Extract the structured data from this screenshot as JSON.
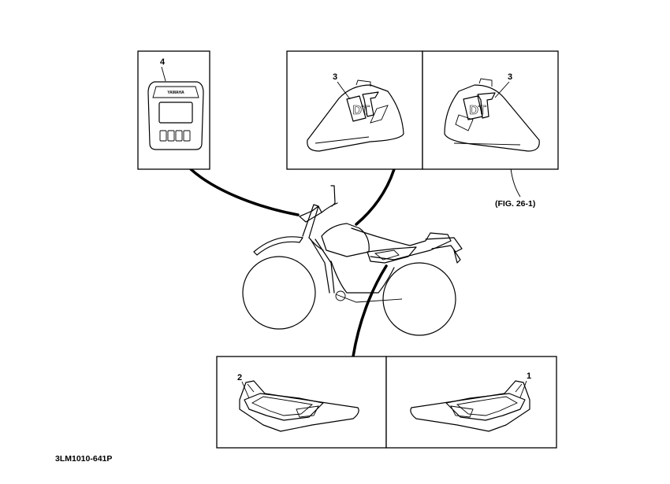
{
  "labels": {
    "part_4": "4",
    "part_3_left": "3",
    "part_3_right": "3",
    "part_2": "2",
    "part_1": "1",
    "fig_ref": "(FIG. 26-1)",
    "drawing_code": "3LM1010-641P"
  },
  "decals": {
    "panel_brand": "YAMAHA",
    "tank_logo": "DT"
  }
}
